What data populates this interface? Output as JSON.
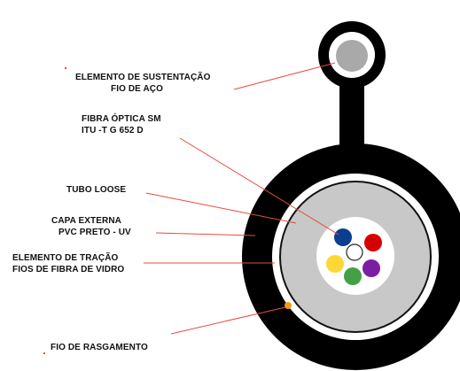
{
  "labels": {
    "sustentacao": {
      "line1": "ELEMENTO DE SUSTENTAÇÃO",
      "line2": "FIO DE AÇO"
    },
    "fibra": {
      "line1": "FIBRA ÓPTICA SM",
      "line2": "ITU -T G 652 D"
    },
    "tubo": {
      "line1": "TUBO LOOSE"
    },
    "capa": {
      "line1": "CAPA EXTERNA",
      "line2": "PVC PRETO - UV"
    },
    "tracao": {
      "line1": "ELEMENTO DE TRAÇÃO",
      "line2": "FIOS DE FIBRA DE VIDRO"
    },
    "rasgamento": {
      "line1": "FIO DE RASGAMENTO"
    }
  },
  "colors": {
    "jacket": "#000000",
    "tube_gray": "#c8c8c8",
    "steel_wire": "#a9a9a9",
    "leader_line": "#e74c3c",
    "rip_cord": "#f39c12",
    "fiber_colors": [
      "#0b3d91",
      "#d50000",
      "#7b1fa2",
      "#43a047",
      "#fdd835",
      "#ffffff"
    ]
  }
}
